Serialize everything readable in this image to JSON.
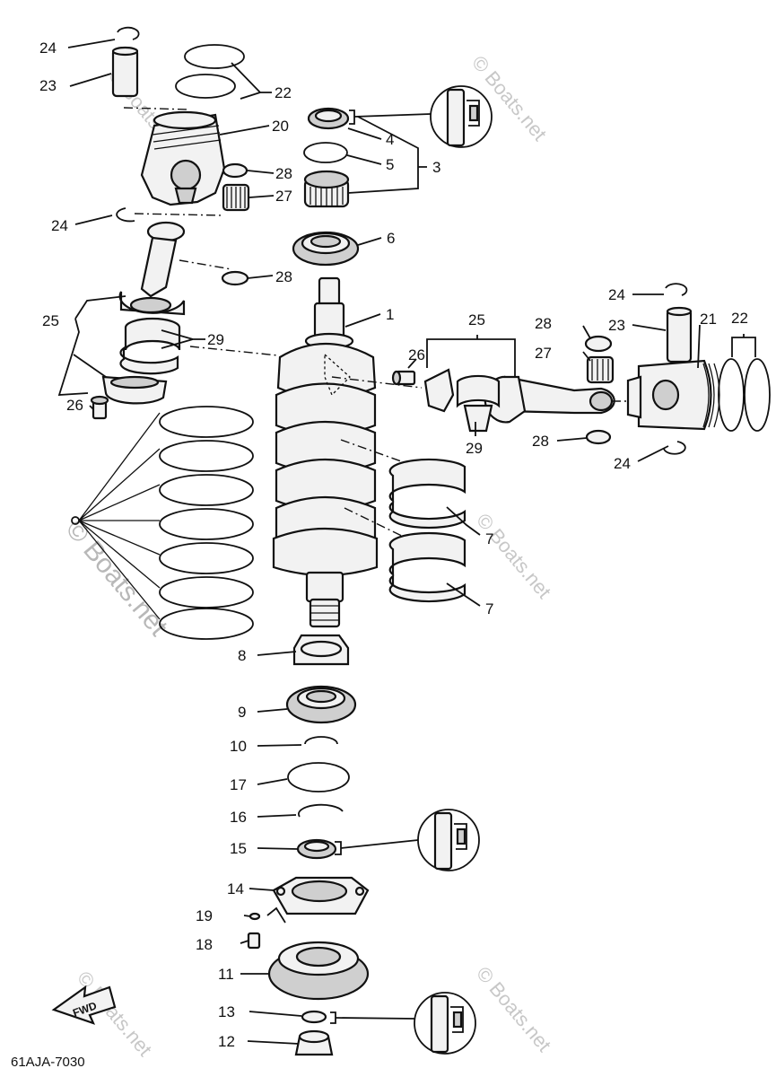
{
  "diagram": {
    "drawing_code": "61AJA-7030",
    "forward_badge": "FWD",
    "watermark_text": "Boats.net",
    "watermark_symbol": "©",
    "labels": {
      "l1": "1",
      "l3": "3",
      "l4": "4",
      "l5": "5",
      "l6": "6",
      "l7a": "7",
      "l7b": "7",
      "l8": "8",
      "l9": "9",
      "l10": "10",
      "l11": "11",
      "l12": "12",
      "l13": "13",
      "l14": "14",
      "l15": "15",
      "l16": "16",
      "l17": "17",
      "l18": "18",
      "l19": "19",
      "l20": "20",
      "l21": "21",
      "l22a": "22",
      "l22b": "22",
      "l23a": "23",
      "l23b": "23",
      "l24a": "24",
      "l24b": "24",
      "l24c": "24",
      "l24d": "24",
      "l25a": "25",
      "l25b": "25",
      "l26a": "26",
      "l26b": "26",
      "l27a": "27",
      "l27b": "27",
      "l28a": "28",
      "l28b": "28",
      "l28c": "28",
      "l28d": "28",
      "l29a": "29",
      "l29b": "29"
    },
    "icons": [
      "grease-tube-icon",
      "fwd-arrow-icon"
    ]
  }
}
